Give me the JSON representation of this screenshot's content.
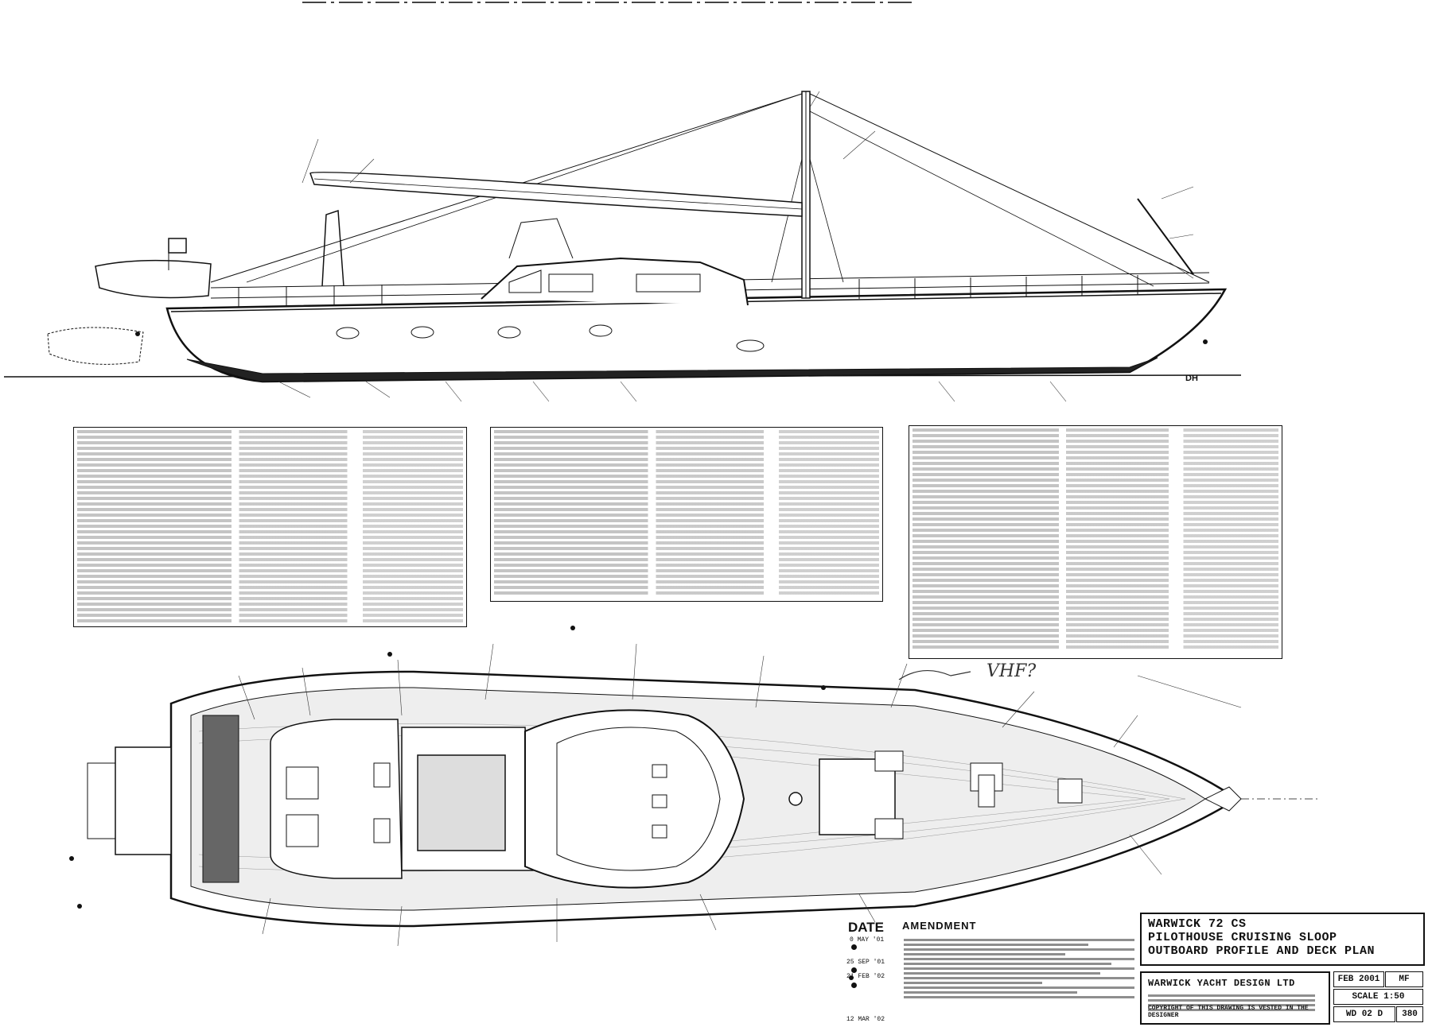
{
  "title_block": {
    "line1": "WARWICK 72 CS",
    "line2": "PILOTHOUSE CRUISING SLOOP",
    "line3": "OUTBOARD PROFILE AND DECK PLAN"
  },
  "firm": {
    "name": "WARWICK YACHT DESIGN LTD",
    "copyright": "COPYRIGHT OF THIS DRAWING IS VESTED IN THE DESIGNER"
  },
  "meta": {
    "date": "FEB 2001",
    "drawn": "MF",
    "scale": "SCALE 1:50",
    "ref": "WD 02 D",
    "sheet": "380"
  },
  "amendments": {
    "date_header": "DATE",
    "amend_header": "AMENDMENT",
    "dates": [
      "0 MAY '01",
      "25 SEP '01",
      "21 FEB '02",
      "12 MAR '02"
    ]
  },
  "annotations": {
    "handwritten": "VHF?",
    "initials": "DH"
  }
}
